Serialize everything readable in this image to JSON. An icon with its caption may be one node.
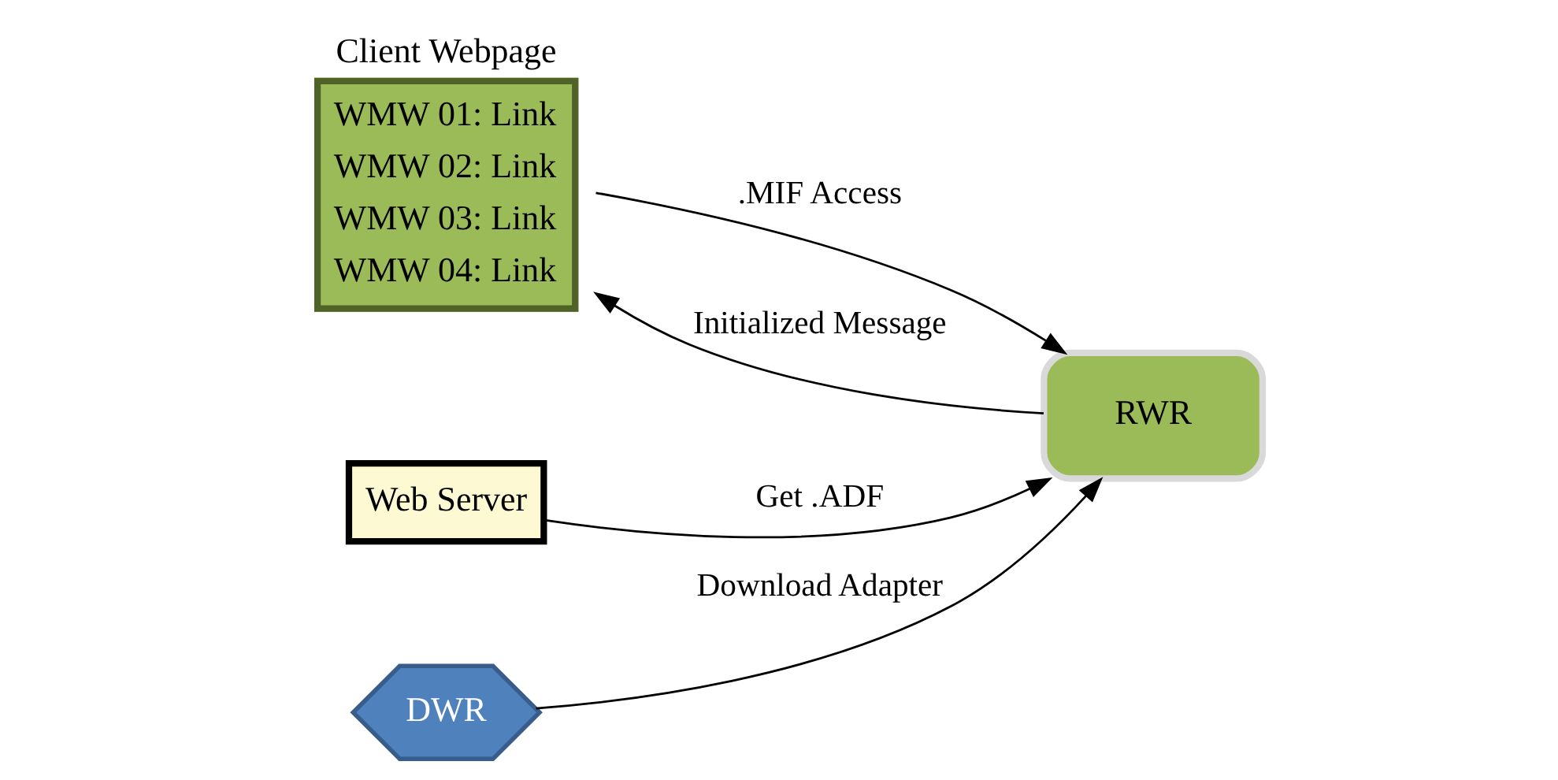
{
  "diagram": {
    "nodes": [
      {
        "text": [
          "Client Webpage",
          "WMW 01: Link",
          "WMW 02: Link",
          "WMW 03: Link",
          "WMW 04: Link"
        ]
      },
      {
        "text": [
          "RWR"
        ]
      },
      {
        "text": [
          "Web Server"
        ]
      },
      {
        "text": [
          "DWR"
        ]
      }
    ],
    "edges": [
      {
        "from": 0,
        "to": 1,
        "arrow": "to",
        "label": ".MIF Access"
      },
      {
        "from": 1,
        "to": 0,
        "arrow": "to",
        "label": "Initialized Message"
      },
      {
        "from": 2,
        "to": 1,
        "arrow": "to",
        "label": "Get .ADF"
      },
      {
        "from": 3,
        "to": 1,
        "arrow": "to",
        "label": "Download Adapter"
      }
    ]
  }
}
